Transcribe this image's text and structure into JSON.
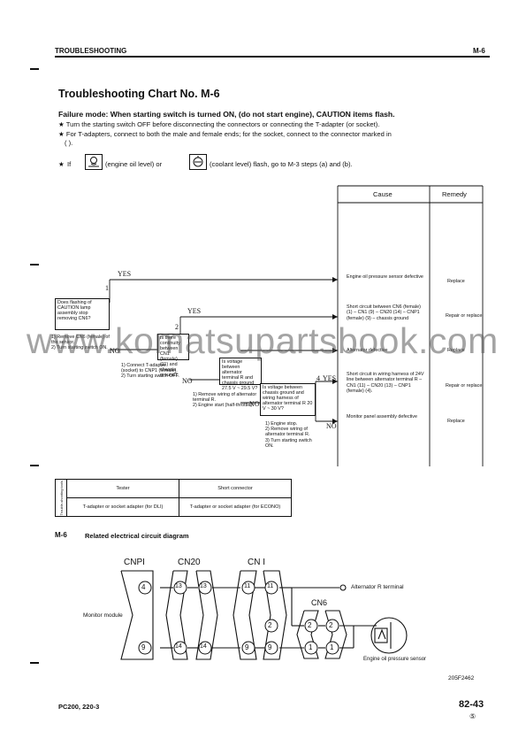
{
  "header": {
    "left": "TROUBLESHOOTING",
    "right": "M-6"
  },
  "title": "Troubleshooting Chart No. M-6",
  "failure_mode": "Failure mode: When starting switch is turned ON, (do not start engine), CAUTION items flash.",
  "notes": [
    "Turn the starting switch OFF before disconnecting the connectors or connecting the T-adapter (or socket).",
    "For T-adapters, connect to both the male and female ends; for the socket, connect to the connector marked in",
    "(   )."
  ],
  "if_line": {
    "star": "★",
    "if": "If",
    "oil": "(engine oil level) or",
    "coolant": "(coolant level) flash, go to M-3 steps (a) and (b)."
  },
  "table_head": {
    "cause": "Cause",
    "remedy": "Remedy"
  },
  "flow": {
    "yes": "YES",
    "no": "NO",
    "n1": "1",
    "n2": "2",
    "n4": "4",
    "q1": "Does flashing of CAUTION lamp assembly stop removing CN6?",
    "q1_steps": [
      "1)  Remove CN6 (female) of the sensor.",
      "2)  Turn starting switch ON."
    ],
    "q2": "Is there continuity between CN1 (female) (11) and chassis ground?",
    "q2_steps": [
      "1)  Connect T-adapter (socket) to CNP1 (female).",
      "2)  Turn starting switch OFF."
    ],
    "q3": "Is voltage between alternator terminal R and chassis ground 27.5 V ~ 29.5 V?",
    "q3_steps": [
      "1)  Remove wiring of alternator terminal R.",
      "2)  Engine start (half-throttle)"
    ],
    "q4": "Is voltage between chassis ground and wiring harness of alternator terminal R 20 V ~ 30 V?",
    "q4_steps": [
      "1)  Engine stop.",
      "2)  Remove wiring of alternator terminal R.",
      "3)  Turn starting switch ON."
    ]
  },
  "causes": [
    {
      "cause": "Engine oil pressure sensor defective",
      "remedy": "Replace"
    },
    {
      "cause": "Short circuit between CN6 (female) (1) – CN1 (9) – CN20 (14) – CNP1 (female) (9) – chassis ground",
      "remedy": "Repair or replace"
    },
    {
      "cause": "Alternator defective",
      "remedy": "Replace"
    },
    {
      "cause": "Short circuit in wiring harness of 24V line between alternator terminal R – CN1 (11) – CN20 (13) – CNP1 (female) (4).",
      "remedy": "Repair or replace"
    },
    {
      "cause": "Monitor panel assembly defective",
      "remedy": "Replace"
    }
  ],
  "tools": {
    "side": "Trouble-shooting tools",
    "headers": [
      "Tester",
      "Short connector"
    ],
    "row": [
      "T-adapter or socket adapter (for DLI)",
      "T-adapter or socket adapter (for ECONO)"
    ]
  },
  "diagram": {
    "title_num": "M-6",
    "title": "Related electrical circuit diagram",
    "connectors": [
      "CNPI",
      "CN20",
      "CN I",
      "CN6"
    ],
    "pins": {
      "p4": "4",
      "p9": "9",
      "p13": "13",
      "p14": "14",
      "p11": "11",
      "p1": "1",
      "p2": "2"
    },
    "labels": {
      "alt": "Alternator R terminal",
      "monitor": "Monitor module",
      "sensor": "Engine oil pressure sensor"
    },
    "code": "205F2462"
  },
  "footer": {
    "model": "PC200, 220-3",
    "page": "82-43",
    "mark": "⑤"
  },
  "watermark": "www.komatsupartsbook.com"
}
